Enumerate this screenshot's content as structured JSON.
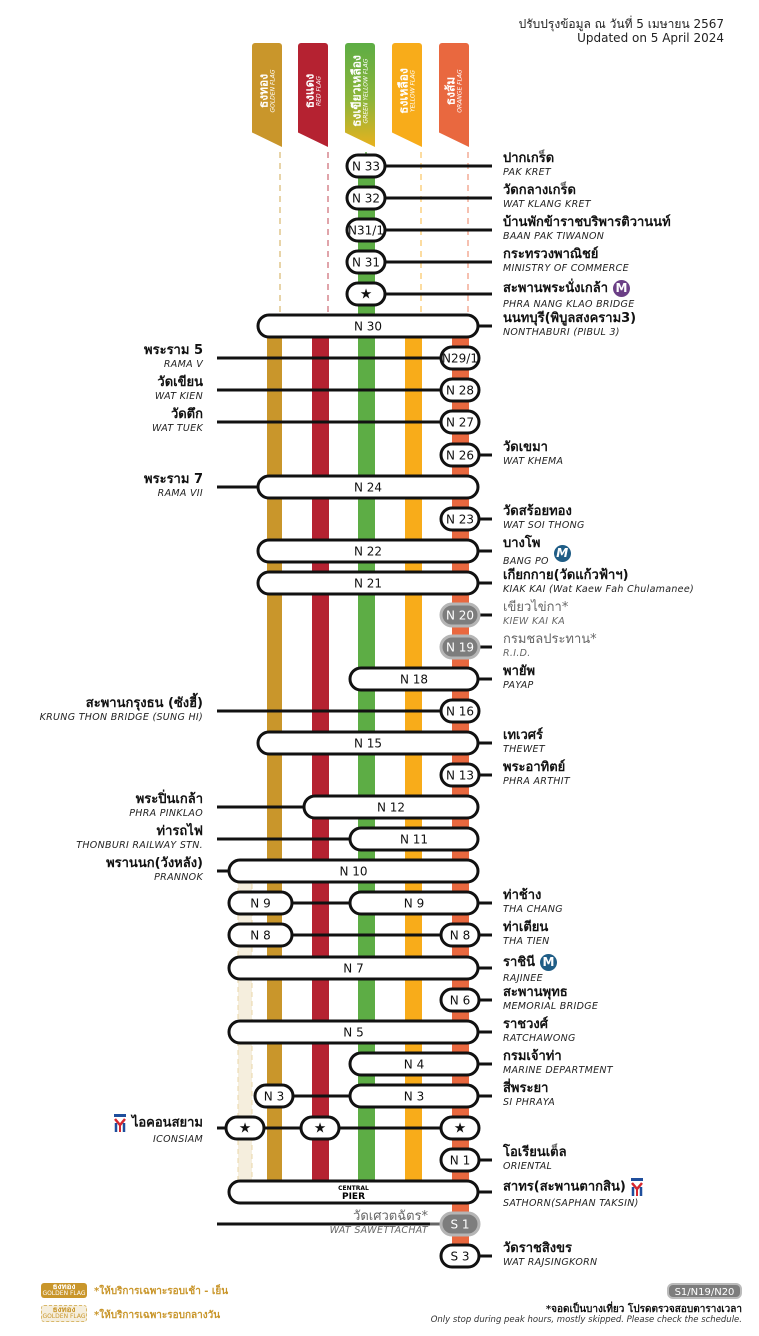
{
  "header": {
    "updated_th": "ปรับปรุงข้อมูล ณ วันที่ 5 เมษายน 2567",
    "updated_en": "Updated on 5 April 2024"
  },
  "flags": [
    {
      "id": "golden",
      "th": "ธงทอง",
      "en": "GOLDEN FLAG",
      "color": "#C9962B"
    },
    {
      "id": "red",
      "th": "ธงแดง",
      "en": "RED FLAG",
      "color": "#B52231"
    },
    {
      "id": "green",
      "th": "ธงเขียวเหลือง",
      "en": "GREEN YELLOW FLAG",
      "color": "#5DAD45"
    },
    {
      "id": "yellow",
      "th": "ธงเหลือง",
      "en": "YELLOW FLAG",
      "color": "#F8AC1A"
    },
    {
      "id": "orange",
      "th": "ธงส้ม",
      "en": "ORANGE FLAG",
      "color": "#E9683F"
    }
  ],
  "colors": {
    "golden_daytime": "#F5EEDD",
    "skipped": "#7D7D7D",
    "mrt_purple": "#6B3F86",
    "mrt_blue": "#1F5D86"
  },
  "stations": [
    {
      "code": "N 33",
      "th": "ปากเกร็ด",
      "en": "PAK KRET",
      "side": "right",
      "pills": [
        [
          "green"
        ]
      ]
    },
    {
      "code": "N 32",
      "th": "วัดกลางเกร็ด",
      "en": "WAT KLANG KRET",
      "side": "right",
      "pills": [
        [
          "green"
        ]
      ]
    },
    {
      "code": "N31/1",
      "th": "บ้านพักข้าราชบริพารติวานนท์",
      "en": "BAAN PAK TIWANON",
      "side": "right",
      "pills": [
        [
          "green"
        ]
      ]
    },
    {
      "code": "N 31",
      "th": "กระทรวงพาณิชย์",
      "en": "MINISTRY OF COMMERCE",
      "side": "right",
      "pills": [
        [
          "green"
        ]
      ]
    },
    {
      "code": "★",
      "th": "สะพานพระนั่งเกล้า",
      "en": "PHRA NANG KLAO BRIDGE",
      "side": "right",
      "pills": [
        [
          "green"
        ]
      ],
      "transfer": "mrt-purple"
    },
    {
      "code": "N 30",
      "th": "นนทบุรี(พิบูลสงคราม3)",
      "en": "NONTHABURI (PIBUL 3)",
      "side": "right",
      "pills": [
        [
          "golden",
          "orange"
        ]
      ]
    },
    {
      "code": "N29/1",
      "th": "พระราม 5",
      "en": "RAMA V",
      "side": "left",
      "pills": [
        [
          "orange"
        ]
      ]
    },
    {
      "code": "N 28",
      "th": "วัดเขียน",
      "en": "WAT KIEN",
      "side": "left",
      "pills": [
        [
          "orange"
        ]
      ]
    },
    {
      "code": "N 27",
      "th": "วัดตึก",
      "en": "WAT TUEK",
      "side": "left",
      "pills": [
        [
          "orange"
        ]
      ]
    },
    {
      "code": "N 26",
      "th": "วัดเขมา",
      "en": "WAT KHEMA",
      "side": "right",
      "pills": [
        [
          "orange"
        ]
      ]
    },
    {
      "code": "N 24",
      "th": "พระราม 7",
      "en": "RAMA VII",
      "side": "left",
      "pills": [
        [
          "golden",
          "orange"
        ]
      ]
    },
    {
      "code": "N 23",
      "th": "วัดสร้อยทอง",
      "en": "WAT SOI THONG",
      "side": "right",
      "pills": [
        [
          "orange"
        ]
      ]
    },
    {
      "code": "N 22",
      "th": "บางโพ",
      "en": "BANG PO",
      "side": "right",
      "pills": [
        [
          "golden",
          "orange"
        ]
      ],
      "transfer": "mrt-blue"
    },
    {
      "code": "N 21",
      "th": "เกียกกาย(วัดแก้วฟ้าฯ)",
      "en": "KIAK KAI (Wat Kaew Fah Chulamanee)",
      "side": "right",
      "pills": [
        [
          "golden",
          "orange"
        ]
      ]
    },
    {
      "code": "N 20",
      "th": "เขียวไข่กา*",
      "en": "KIEW KAI KA",
      "side": "right",
      "pills": [
        [
          "orange"
        ]
      ],
      "skipped": true
    },
    {
      "code": "N 19",
      "th": "กรมชลประทาน*",
      "en": "R.I.D.",
      "side": "right",
      "pills": [
        [
          "orange"
        ]
      ],
      "skipped": true
    },
    {
      "code": "N 18",
      "th": "พายัพ",
      "en": "PAYAP",
      "side": "right",
      "pills": [
        [
          "green",
          "orange"
        ]
      ]
    },
    {
      "code": "N 16",
      "th": "สะพานกรุงธน (ซังฮี้)",
      "en": "KRUNG THON BRIDGE (SUNG HI)",
      "side": "left",
      "pills": [
        [
          "orange"
        ]
      ]
    },
    {
      "code": "N 15",
      "th": "เทเวศร์",
      "en": "THEWET",
      "side": "right",
      "pills": [
        [
          "golden",
          "orange"
        ]
      ]
    },
    {
      "code": "N 13",
      "th": "พระอาทิตย์",
      "en": "PHRA ARTHIT",
      "side": "right",
      "pills": [
        [
          "orange"
        ]
      ]
    },
    {
      "code": "N 12",
      "th": "พระปิ่นเกล้า",
      "en": "PHRA PINKLAO",
      "side": "left",
      "pills": [
        [
          "red",
          "orange"
        ]
      ]
    },
    {
      "code": "N 11",
      "th": "ท่ารถไฟ",
      "en": "THONBURI RAILWAY STN.",
      "side": "left",
      "pills": [
        [
          "green",
          "orange"
        ]
      ]
    },
    {
      "code": "N 10",
      "th": "พรานนก(วังหลัง)",
      "en": "PRANNOK",
      "side": "left",
      "pills": [
        [
          "golden_daytime",
          "orange"
        ]
      ]
    },
    {
      "code": "N 9",
      "th": "ท่าช้าง",
      "en": "THA CHANG",
      "side": "right",
      "pills": [
        [
          "golden_daytime",
          "golden"
        ],
        [
          "green",
          "orange"
        ]
      ]
    },
    {
      "code": "N 8",
      "th": "ท่าเตียน",
      "en": "THA TIEN",
      "side": "right",
      "pills": [
        [
          "golden_daytime",
          "golden"
        ],
        [
          "orange"
        ]
      ]
    },
    {
      "code": "N 7",
      "th": "ราชินี",
      "en": "RAJINEE",
      "side": "right",
      "pills": [
        [
          "golden_daytime",
          "orange"
        ]
      ],
      "transfer": "mrt-blue"
    },
    {
      "code": "N 6",
      "th": "สะพานพุทธ",
      "en": "MEMORIAL BRIDGE",
      "side": "right",
      "pills": [
        [
          "orange"
        ]
      ]
    },
    {
      "code": "N 5",
      "th": "ราชวงศ์",
      "en": "RATCHAWONG",
      "side": "right",
      "pills": [
        [
          "golden_daytime",
          "orange"
        ]
      ]
    },
    {
      "code": "N 4",
      "th": "กรมเจ้าท่า",
      "en": "MARINE DEPARTMENT",
      "side": "right",
      "pills": [
        [
          "green",
          "orange"
        ]
      ]
    },
    {
      "code": "N 3",
      "th": "สี่พระยา",
      "en": "SI PHRAYA",
      "side": "right",
      "pills": [
        [
          "golden"
        ],
        [
          "green",
          "orange"
        ]
      ]
    },
    {
      "code": "★",
      "th": "ไอคอนสยาม",
      "en": "ICONSIAM",
      "side": "left",
      "pills": [
        [
          "golden_daytime"
        ],
        [
          "red"
        ],
        [
          "orange"
        ]
      ],
      "transfer": "bts"
    },
    {
      "code": "N 1",
      "th": "โอเรียนเต็ล",
      "en": "ORIENTAL",
      "side": "right",
      "pills": [
        [
          "orange"
        ]
      ]
    },
    {
      "code": "CENTRAL PIER",
      "code_small": "CENTRAL",
      "code_big": "PIER",
      "th": "สาทร(สะพานตากสิน)",
      "en": "SATHORN(SAPHAN TAKSIN)",
      "side": "right",
      "pills": [
        [
          "golden_daytime",
          "orange"
        ]
      ],
      "transfer": "bts"
    },
    {
      "code": "S 1",
      "th": "วัดเศวตฉัตร*",
      "en": "WAT SAWETTACHAT",
      "side": "left",
      "pills": [
        [
          "orange"
        ]
      ],
      "skipped": true
    },
    {
      "code": "S 3",
      "th": "วัดราชสิงขร",
      "en": "WAT RAJSINGKORN",
      "side": "right",
      "pills": [
        [
          "orange"
        ]
      ]
    }
  ],
  "legend": {
    "golden_box_th": "ธงทอง",
    "golden_box_en": "GOLDEN FLAG",
    "peak_note": "*ให้บริการเฉพาะรอบเช้า - เย็น",
    "daytime_note": "*ให้บริการเฉพาะรอบกลางวัน",
    "skipped_badge": "S1/N19/N20",
    "skipped_note_th": "*จอดเป็นบางเที่ยว โปรดตรวจสอบตารางเวลา",
    "skipped_note_en": "Only stop during peak hours, mostly skipped. Please check the schedule."
  }
}
